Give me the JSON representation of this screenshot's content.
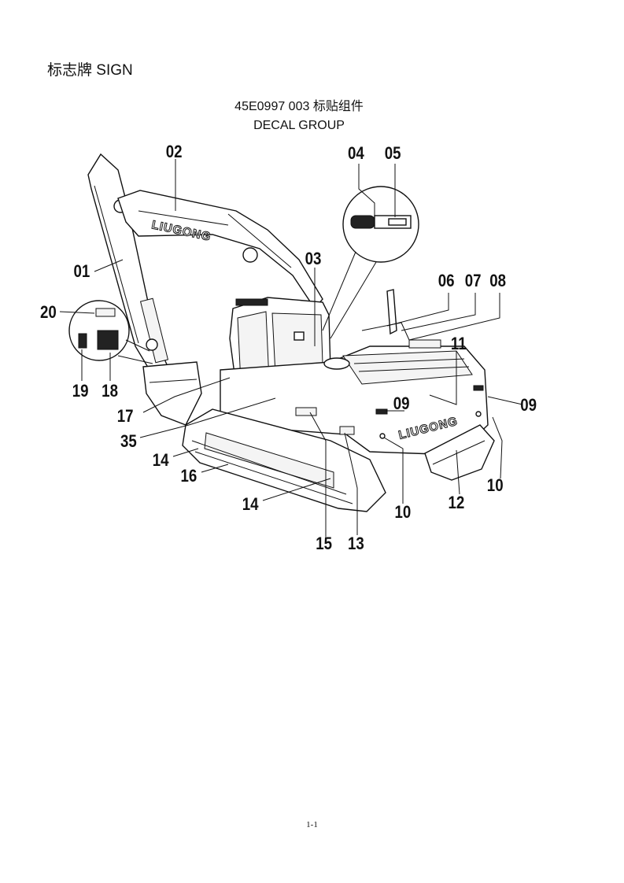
{
  "header": {
    "section_title": "标志牌 SIGN",
    "group_code": "45E0997 003 标贴组件",
    "group_name": "DECAL GROUP"
  },
  "diagram": {
    "brand_text_boom": "LIUGONG",
    "brand_text_counterweight": "LIUGONG",
    "callouts": [
      "01",
      "02",
      "03",
      "04",
      "05",
      "06",
      "07",
      "08",
      "09",
      "09",
      "10",
      "10",
      "11",
      "12",
      "13",
      "14",
      "14",
      "15",
      "16",
      "17",
      "18",
      "19",
      "20",
      "35"
    ]
  },
  "footer": {
    "page_number": "1-1"
  }
}
